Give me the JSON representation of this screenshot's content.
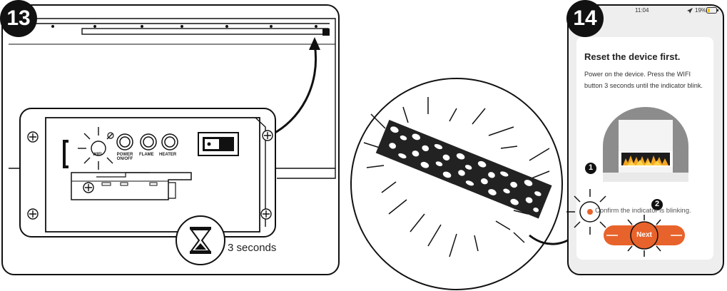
{
  "steps": [
    {
      "number": "13"
    },
    {
      "number": "14"
    }
  ],
  "panel_labels": {
    "wifi": "WIFI",
    "power": "POWER\nON/OFF",
    "flame": "FLAME",
    "heater": "HEATER"
  },
  "timer_text": "3 seconds",
  "phone": {
    "time": "11:04",
    "battery": "19%",
    "title": "Reset the device first.",
    "description": "Power on the device. Press the WIFI button 3 seconds until the indicator blink.",
    "confirm_text": "Confirm the indicator is blinking.",
    "next_label": "Next",
    "markers": [
      "1",
      "2"
    ],
    "accent_color": "#e8632b"
  }
}
